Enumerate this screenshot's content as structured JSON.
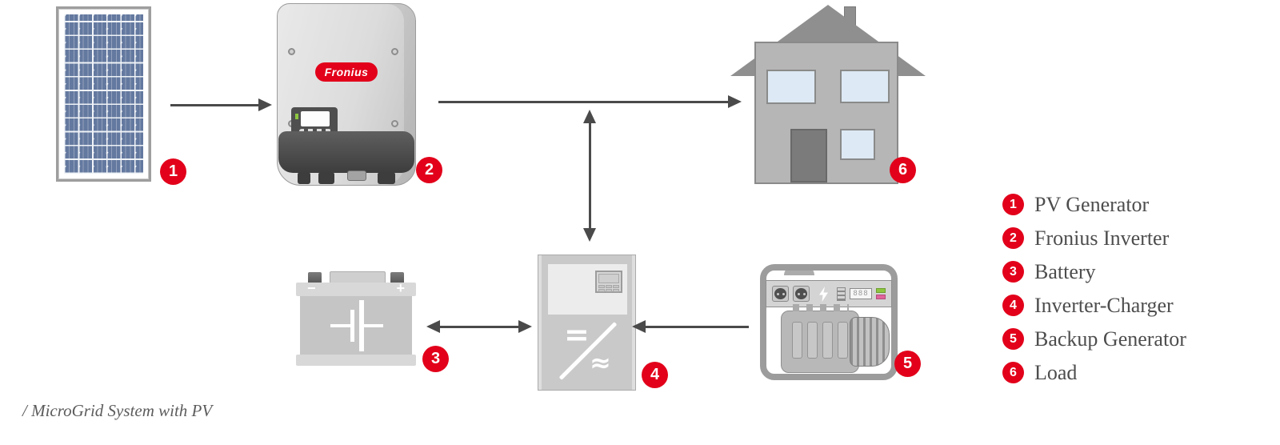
{
  "caption": "/ MicroGrid System with PV",
  "colors": {
    "accent_red": "#e2001a",
    "arrow_gray": "#4a4a4a",
    "legend_text": "#4d4d4d"
  },
  "legend": {
    "items": [
      {
        "number": "1",
        "label": "PV Generator"
      },
      {
        "number": "2",
        "label": "Fronius Inverter"
      },
      {
        "number": "3",
        "label": "Battery"
      },
      {
        "number": "4",
        "label": "Inverter-Charger"
      },
      {
        "number": "5",
        "label": "Backup Generator"
      },
      {
        "number": "6",
        "label": "Load"
      }
    ]
  },
  "diagram": {
    "inverter_logo": "Fronius",
    "battery_minus": "−",
    "battery_plus": "+",
    "dc_symbol": "=",
    "ac_symbol": "≈",
    "generator_display": "888"
  }
}
